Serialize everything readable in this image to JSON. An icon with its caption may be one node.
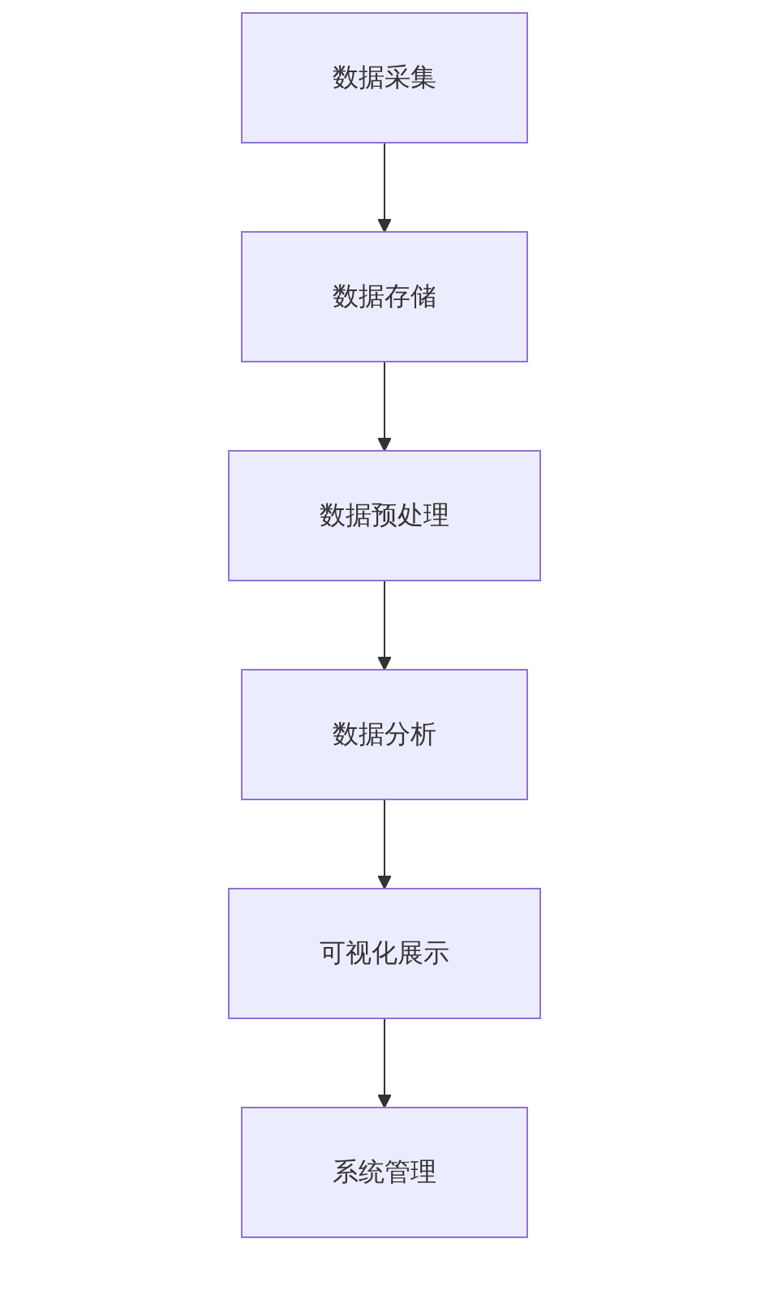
{
  "diagram": {
    "nodes": [
      {
        "text": [
          "数据采集"
        ]
      },
      {
        "text": [
          "数据存储"
        ]
      },
      {
        "text": [
          "数据预处理"
        ]
      },
      {
        "text": [
          "数据分析"
        ]
      },
      {
        "text": [
          "可视化展示"
        ]
      },
      {
        "text": [
          "系统管理"
        ]
      }
    ],
    "edges": [
      {
        "from": 0,
        "to": 1,
        "arrow": "to"
      },
      {
        "from": 1,
        "to": 2,
        "arrow": "to"
      },
      {
        "from": 2,
        "to": 3,
        "arrow": "to"
      },
      {
        "from": 3,
        "to": 4,
        "arrow": "to"
      },
      {
        "from": 4,
        "to": 5,
        "arrow": "to"
      }
    ]
  }
}
